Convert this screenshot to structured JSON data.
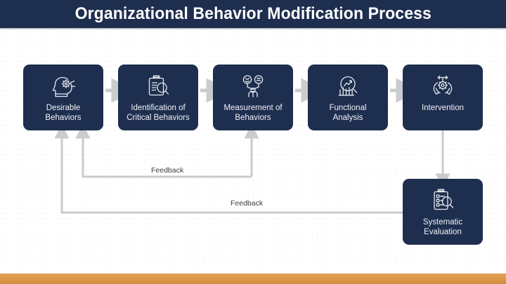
{
  "header": {
    "title": "Organizational Behavior Modification Process",
    "background_color": "#1e2e4f",
    "text_color": "#ffffff"
  },
  "theme": {
    "node_fill": "#1e2e4f",
    "node_text": "#f2f4f7",
    "connector_color": "#c9cbcd",
    "page_background": "#ffffff",
    "accent_strip_color": "#d9974a"
  },
  "diagram": {
    "type": "process-flow",
    "nodes": [
      {
        "id": "desirable-behaviors",
        "label": "Desirable\nBehaviors",
        "icon": "head-gear-icon"
      },
      {
        "id": "identification",
        "label": "Identification of\nCritical Behaviors",
        "icon": "clipboard-search-icon"
      },
      {
        "id": "measurement",
        "label": "Measurement of\nBehaviors",
        "icon": "people-emotion-icon"
      },
      {
        "id": "functional-analysis",
        "label": "Functional\nAnalysis",
        "icon": "chart-magnifier-icon"
      },
      {
        "id": "intervention",
        "label": "Intervention",
        "icon": "hands-gear-icon"
      },
      {
        "id": "systematic-evaluation",
        "label": "Systematic\nEvaluation",
        "icon": "checklist-search-icon"
      }
    ],
    "flow_labels": {
      "feedback_upper": "Feedback",
      "feedback_lower": "Feedback"
    }
  }
}
